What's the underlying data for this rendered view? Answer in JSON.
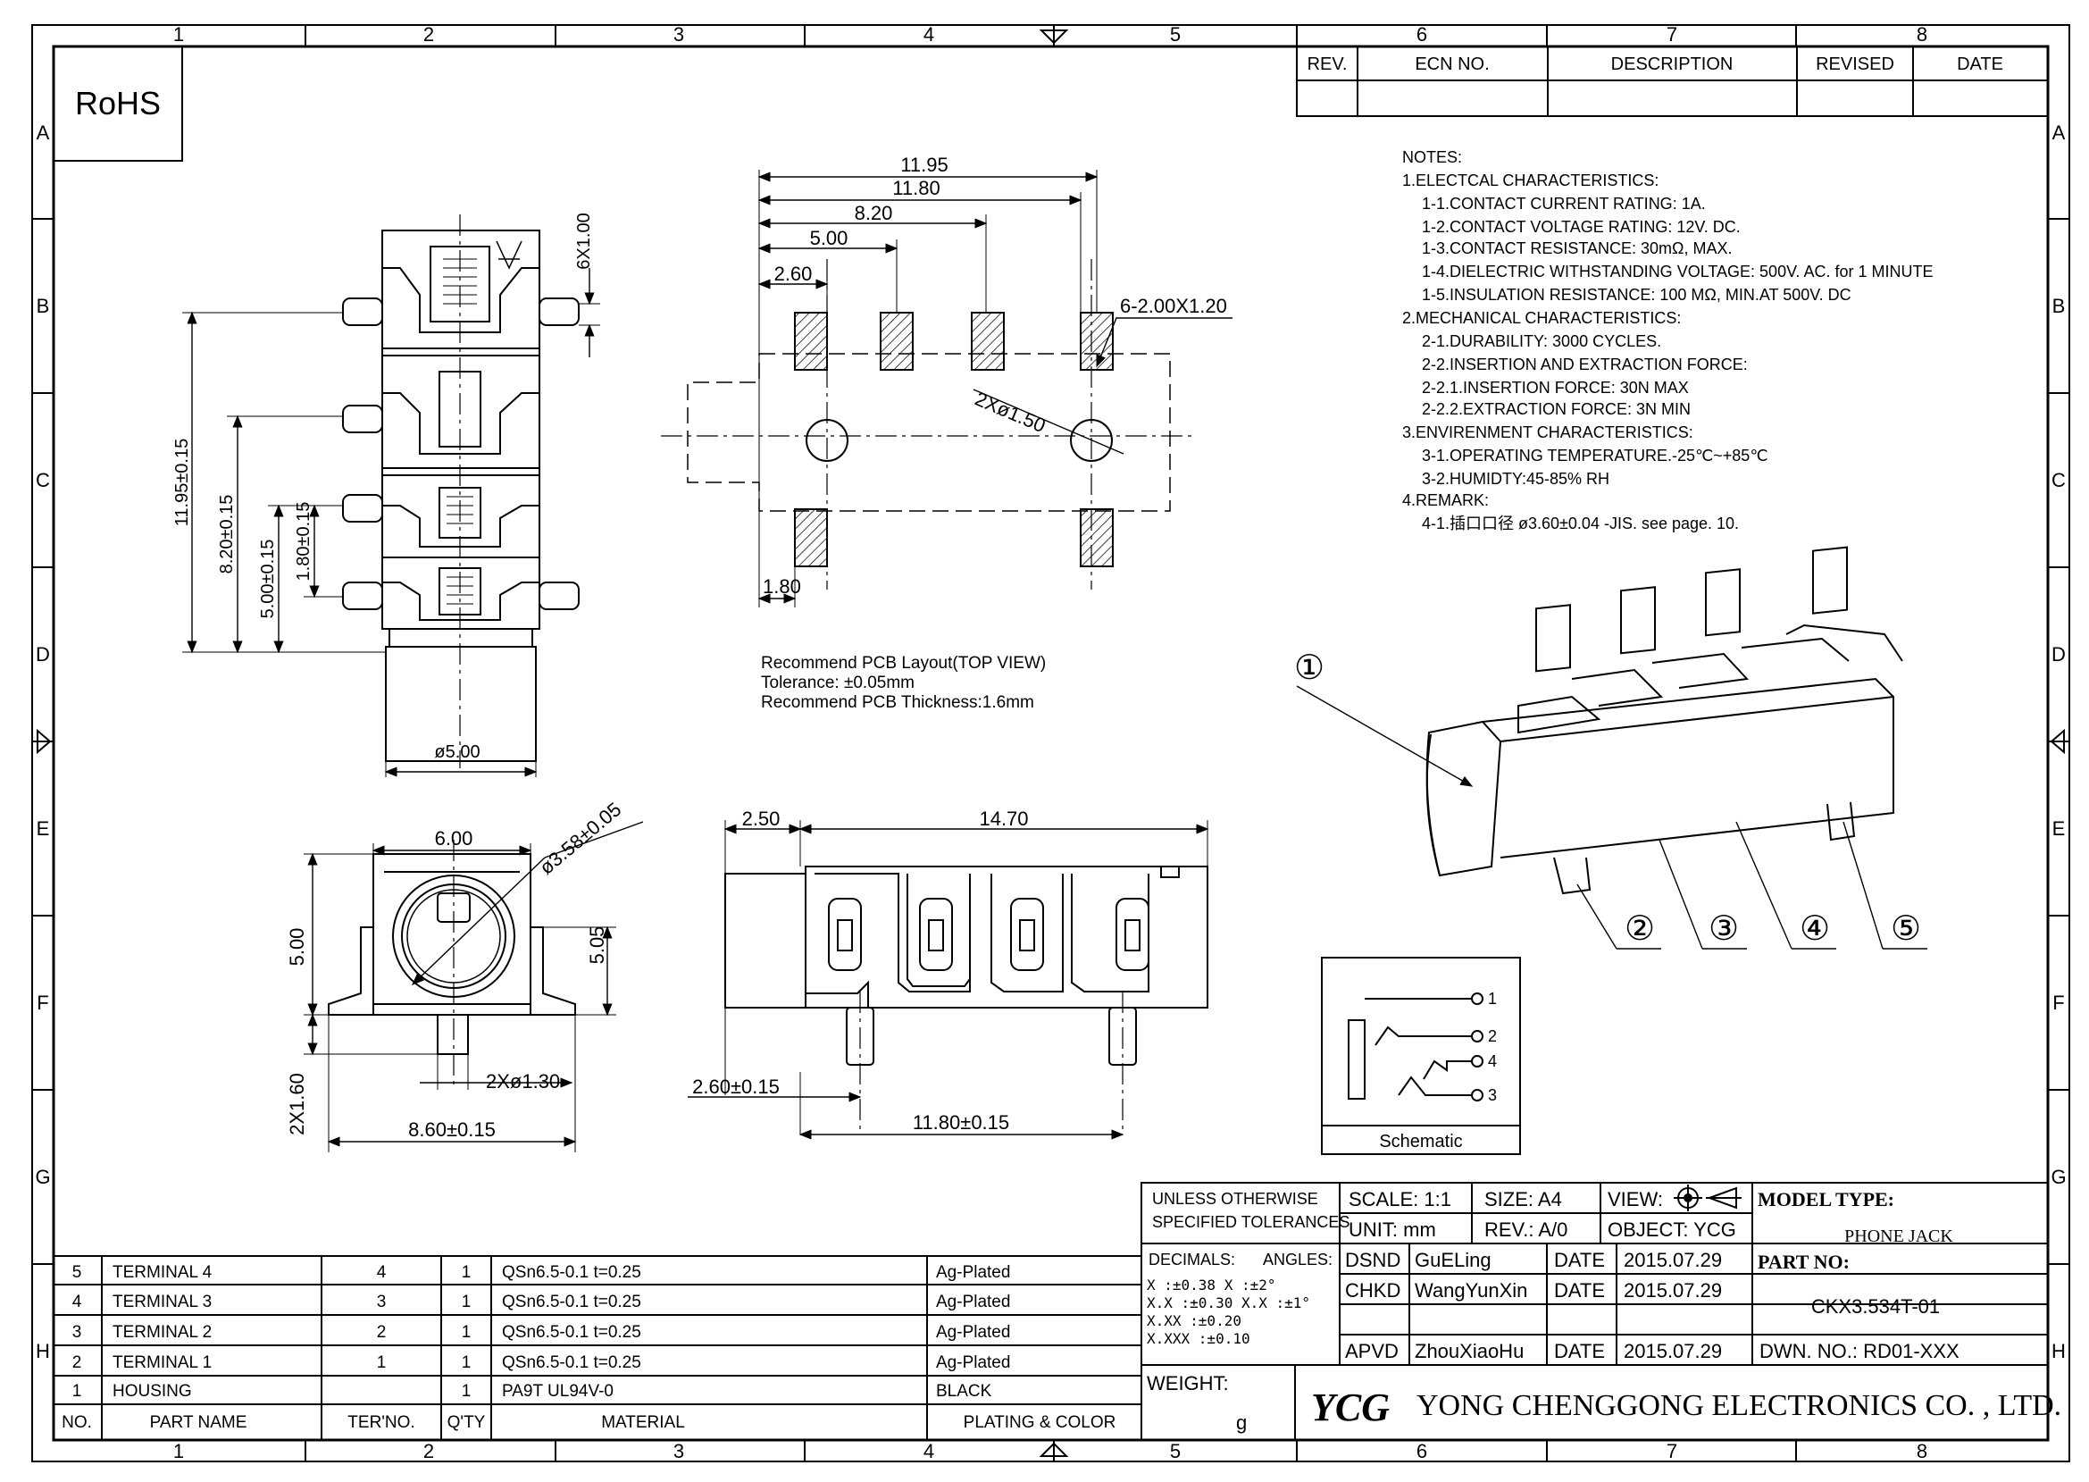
{
  "rohs": "RoHS",
  "grid": {
    "columns": [
      "1",
      "2",
      "3",
      "4",
      "5",
      "6",
      "7",
      "8"
    ],
    "rows": [
      "A",
      "B",
      "C",
      "D",
      "E",
      "F",
      "G",
      "H"
    ]
  },
  "revision_block": {
    "headers": [
      "REV.",
      "ECN NO.",
      "DESCRIPTION",
      "REVISED",
      "DATE"
    ]
  },
  "notes": [
    "NOTES:",
    "1.ELECTCAL  CHARACTERISTICS:",
    "1-1.CONTACT  CURRENT  RATING:   1A.",
    "1-2.CONTACT  VOLTAGE  RATING:  12V.  DC.",
    "1-3.CONTACT  RESISTANCE:  30mΩ,  MAX.",
    "1-4.DIELECTRIC  WITHSTANDING  VOLTAGE:  500V.  AC.  for  1  MINUTE",
    "1-5.INSULATION  RESISTANCE:  100  MΩ, MIN.AT  500V.  DC",
    "2.MECHANICAL  CHARACTERISTICS:",
    "2-1.DURABILITY:  3000  CYCLES.",
    "2-2.INSERTION  AND  EXTRACTION  FORCE:",
    "2-2.1.INSERTION  FORCE:     30N  MAX",
    "2-2.2.EXTRACTION  FORCE:      3N  MIN",
    "3.ENVIRENMENT  CHARACTERISTICS:",
    "3-1.OPERATING  TEMPERATURE.-25℃~+85℃",
    "3-2.HUMIDTY:45-85%  RH",
    "4.REMARK:",
    "4-1.插口口径  ø3.60±0.04  -JIS.  see  page.  10."
  ],
  "front_view_dims": {
    "d1": "6X1.00",
    "d2": "11.95±0.15",
    "d3": "8.20±0.15",
    "d4": "5.00±0.15",
    "d5": "1.80±0.15",
    "d6": "ø5.00"
  },
  "pcb_layout": {
    "d1": "11.95",
    "d2": "11.80",
    "d3": "8.20",
    "d4": "5.00",
    "d5": "2.60",
    "d6": "6-2.00X1.20",
    "d7": "2Xø1.50",
    "d8": "1.80",
    "caption1": "Recommend  PCB  Layout(TOP  VIEW)",
    "caption2": "Tolerance:  ±0.05mm",
    "caption3": "Recommend  PCB  Thickness:1.6mm"
  },
  "end_view_dims": {
    "d1": "6.00",
    "d2": "ø3.58±0.05",
    "d3": "5.00",
    "d4": "5.05",
    "d5": "2Xø1.30",
    "d6": "2X1.60",
    "d7": "8.60±0.15"
  },
  "side_view_dims": {
    "d1": "2.50",
    "d2": "14.70",
    "d3": "2.60±0.15",
    "d4": "11.80±0.15"
  },
  "callouts": [
    "①",
    "②",
    "③",
    "④",
    "⑤"
  ],
  "schematic": {
    "pins": [
      "1",
      "2",
      "4",
      "3"
    ],
    "label": "Schematic"
  },
  "bom": {
    "rows": [
      {
        "no": "5",
        "name": "TERMINAL  4",
        "ter": "4",
        "qty": "1",
        "material": "QSn6.5-0.1  t=0.25",
        "plating": "Ag-Plated"
      },
      {
        "no": "4",
        "name": "TERMINAL  3",
        "ter": "3",
        "qty": "1",
        "material": "QSn6.5-0.1  t=0.25",
        "plating": "Ag-Plated"
      },
      {
        "no": "3",
        "name": "TERMINAL  2",
        "ter": "2",
        "qty": "1",
        "material": "QSn6.5-0.1  t=0.25",
        "plating": "Ag-Plated"
      },
      {
        "no": "2",
        "name": "TERMINAL  1",
        "ter": "1",
        "qty": "1",
        "material": "QSn6.5-0.1  t=0.25",
        "plating": "Ag-Plated"
      },
      {
        "no": "1",
        "name": "HOUSING",
        "ter": "",
        "qty": "1",
        "material": "PA9T  UL94V-0",
        "plating": "BLACK"
      }
    ],
    "headers": {
      "no": "NO.",
      "name": "PART  NAME",
      "ter": "TER'NO.",
      "qty": "Q'TY",
      "material": "MATERIAL",
      "plating": "PLATING  &  COLOR"
    }
  },
  "title_block": {
    "tol_title1": "UNLESS  OTHERWISE",
    "tol_title2": "SPECIFIED  TOLERANCES",
    "decimals": "DECIMALS:",
    "angles": "ANGLES:",
    "tol_lines": [
      "X       :±0.38   X   :±2°",
      "X.X    :±0.30   X.X :±1°",
      "X.XX   :±0.20",
      "X.XXX  :±0.10"
    ],
    "weight": "WEIGHT:",
    "weight_unit": "g",
    "scale": "SCALE:  1:1",
    "size": "SIZE:  A4",
    "view": "VIEW:",
    "unit": "UNIT:  mm",
    "rev": "REV.:  A/0",
    "object": "OBJECT:  YCG",
    "dsnd": "DSND",
    "dsnd_name": "GuELing",
    "chkd": "CHKD",
    "chkd_name": "WangYunXin",
    "apvd": "APVD",
    "apvd_name": "ZhouXiaoHu",
    "date_label": "DATE",
    "date": "2015.07.29",
    "model_type": "MODEL  TYPE:",
    "model_value": "PHONE  JACK",
    "part_no": "PART  NO:",
    "part_value": "CKX3.534T-01",
    "dwn": "DWN.  NO.:  RD01-XXX",
    "logo": "YCG",
    "company": "YONG  CHENGGONG  ELECTRONICS  CO. , LTD."
  },
  "colors": {
    "ink": "#000000",
    "paper": "#ffffff"
  }
}
